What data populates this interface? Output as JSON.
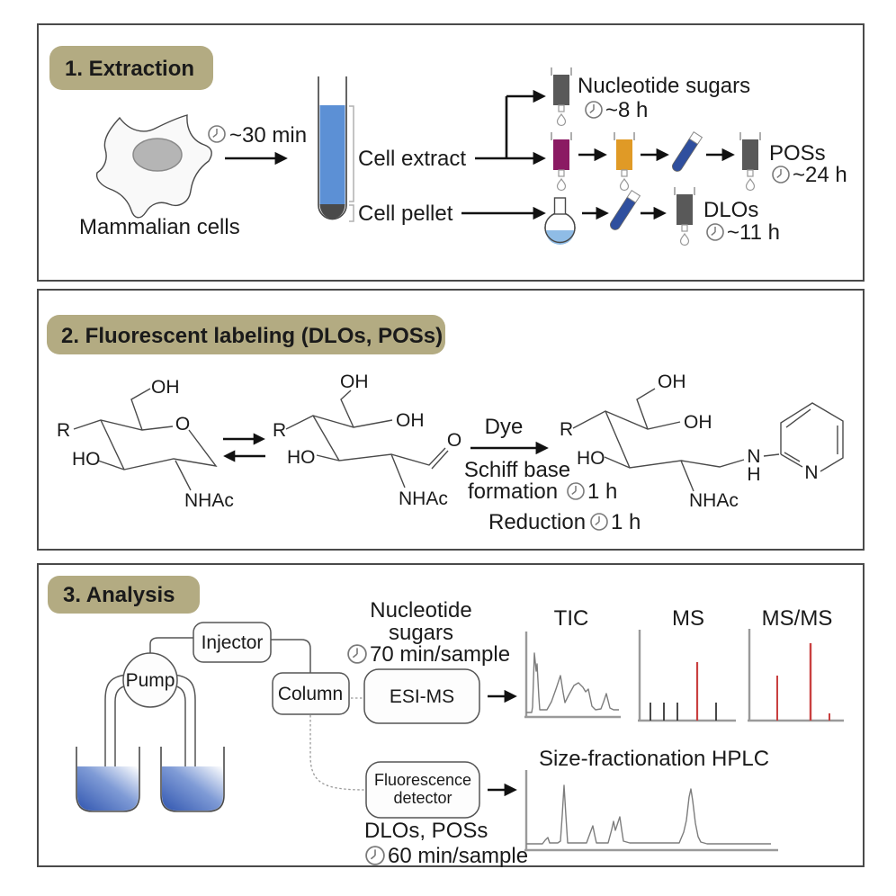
{
  "panels": {
    "extraction": {
      "title": "1. Extraction",
      "cells_label": "Mammalian cells",
      "time": "~30 min",
      "extract_label": "Cell extract",
      "pellet_label": "Cell pellet",
      "nucleotide": {
        "label": "Nucleotide sugars",
        "time": "~8 h"
      },
      "poss": {
        "label": "POSs",
        "time": "~24 h"
      },
      "dlos": {
        "label": "DLOs",
        "time": "~11 h"
      }
    },
    "labeling": {
      "title": "2. Fluorescent labeling (DLOs, POSs)",
      "dye": "Dye",
      "schiff_base": "Schiff base",
      "formation": "formation",
      "formation_time": "1 h",
      "reduction": "Reduction",
      "reduction_time": "1 h",
      "atoms": {
        "r": "R",
        "oh": "OH",
        "ho": "HO",
        "o": "O",
        "nhac": "NHAc",
        "n": "N",
        "h": "H"
      }
    },
    "analysis": {
      "title": "3. Analysis",
      "pump": "Pump",
      "injector": "Injector",
      "column": "Column",
      "esi_ms": "ESI-MS",
      "fluorescence_line1": "Fluorescence",
      "fluorescence_line2": "detector",
      "nucleotide_line1": "Nucleotide",
      "nucleotide_line2": "sugars",
      "nucleotide_time": "70 min/sample",
      "dlos_poss": "DLOs, POSs",
      "dlos_time": "60 min/sample",
      "plot_tic": "TIC",
      "plot_ms": "MS",
      "plot_msms": "MS/MS",
      "hplc_title": "Size-fractionation HPLC"
    }
  },
  "colors": {
    "header_bg": "#b3ab82",
    "tube_liquid": "#5c90d5",
    "cell_pellet": "#4a4a4a",
    "cartridge_gray": "#595959",
    "cartridge_purple": "#8b1a63",
    "cartridge_orange": "#e09a26",
    "flask_liquid": "#8fbce6",
    "tilted_tube_blue": "#2f4f9e",
    "beaker_blue": "#3156b0",
    "ms_stick_red": "#c94040"
  }
}
